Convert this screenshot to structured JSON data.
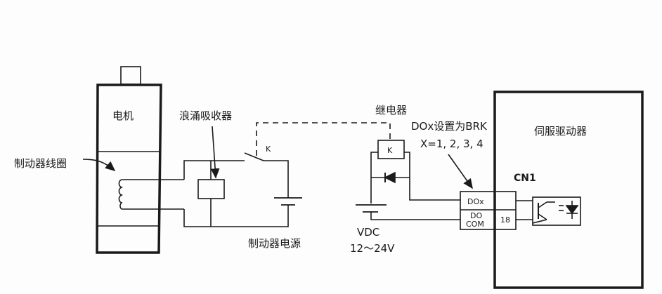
{
  "diagram": {
    "title": "Servo brake wiring diagram",
    "labels": {
      "motor": "电机",
      "brake_coil": "制动器线圈",
      "surge_absorber": "浪涌吸收器",
      "switch_k": "K",
      "brake_power": "制动器电源",
      "relay": "继电器",
      "relay_coil_k": "K",
      "dox_setting_line1": "DOx设置为BRK",
      "dox_setting_line2": "X=1, 2, 3, 4",
      "vdc": "VDC",
      "vdc_range": "12～24V",
      "servo_drive": "伺服驱动器",
      "connector": "CN1",
      "pin_dox": "DOx",
      "pin_do": "DO",
      "pin_com": "COM",
      "pin_number": "18"
    },
    "colors": {
      "line": "#1a1a1a",
      "background": "#fdfdfd"
    }
  }
}
